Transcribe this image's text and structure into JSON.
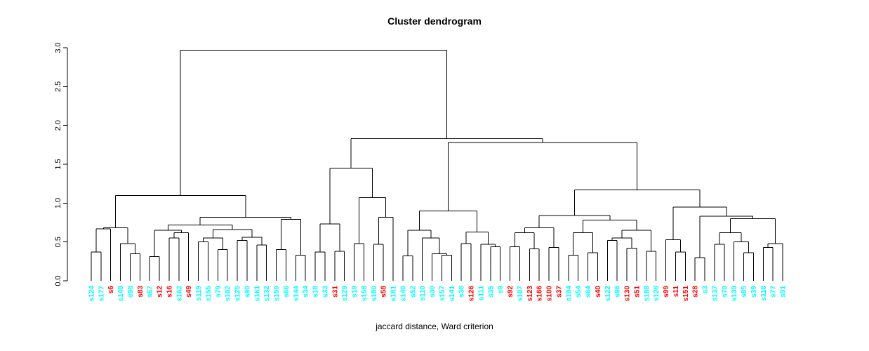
{
  "chart_data": {
    "type": "dendrogram",
    "title": "Cluster dendrogram",
    "xlabel": "jaccard distance, Ward criterion",
    "ylabel": "",
    "ylim": [
      0,
      3
    ],
    "y_ticks": [
      0.0,
      0.5,
      1.0,
      1.5,
      2.0,
      2.5,
      3.0
    ],
    "grid": false,
    "legend": false,
    "line_color": "#000000",
    "leaf_colors": {
      "red": "#ff0000",
      "cyan": "#00ffff"
    },
    "leaves": [
      {
        "label": "s124",
        "color": "cyan"
      },
      {
        "label": "s177",
        "color": "cyan"
      },
      {
        "label": "s6",
        "color": "red"
      },
      {
        "label": "s148",
        "color": "cyan"
      },
      {
        "label": "s98",
        "color": "cyan"
      },
      {
        "label": "s83",
        "color": "red"
      },
      {
        "label": "s67",
        "color": "cyan"
      },
      {
        "label": "s12",
        "color": "red"
      },
      {
        "label": "s16",
        "color": "red"
      },
      {
        "label": "s162",
        "color": "cyan"
      },
      {
        "label": "s49",
        "color": "red"
      },
      {
        "label": "s119",
        "color": "cyan"
      },
      {
        "label": "s155",
        "color": "cyan"
      },
      {
        "label": "s79",
        "color": "cyan"
      },
      {
        "label": "s102",
        "color": "cyan"
      },
      {
        "label": "s125",
        "color": "cyan"
      },
      {
        "label": "s90",
        "color": "cyan"
      },
      {
        "label": "s161",
        "color": "cyan"
      },
      {
        "label": "s132",
        "color": "cyan"
      },
      {
        "label": "s159",
        "color": "cyan"
      },
      {
        "label": "s66",
        "color": "cyan"
      },
      {
        "label": "s144",
        "color": "cyan"
      },
      {
        "label": "s34",
        "color": "cyan"
      },
      {
        "label": "s18",
        "color": "cyan"
      },
      {
        "label": "s33",
        "color": "cyan"
      },
      {
        "label": "s31",
        "color": "red"
      },
      {
        "label": "s129",
        "color": "cyan"
      },
      {
        "label": "s19",
        "color": "cyan"
      },
      {
        "label": "s158",
        "color": "cyan"
      },
      {
        "label": "s180",
        "color": "cyan"
      },
      {
        "label": "s58",
        "color": "red"
      },
      {
        "label": "s181",
        "color": "cyan"
      },
      {
        "label": "s140",
        "color": "cyan"
      },
      {
        "label": "s52",
        "color": "cyan"
      },
      {
        "label": "s110",
        "color": "cyan"
      },
      {
        "label": "s30",
        "color": "cyan"
      },
      {
        "label": "s157",
        "color": "cyan"
      },
      {
        "label": "s141",
        "color": "cyan"
      },
      {
        "label": "s36",
        "color": "cyan"
      },
      {
        "label": "s126",
        "color": "red"
      },
      {
        "label": "s111",
        "color": "cyan"
      },
      {
        "label": "s35",
        "color": "cyan"
      },
      {
        "label": "s9",
        "color": "cyan"
      },
      {
        "label": "s92",
        "color": "red"
      },
      {
        "label": "s107",
        "color": "cyan"
      },
      {
        "label": "s123",
        "color": "red"
      },
      {
        "label": "s166",
        "color": "red"
      },
      {
        "label": "s100",
        "color": "red"
      },
      {
        "label": "s37",
        "color": "red"
      },
      {
        "label": "s104",
        "color": "cyan"
      },
      {
        "label": "s54",
        "color": "cyan"
      },
      {
        "label": "s64",
        "color": "cyan"
      },
      {
        "label": "s40",
        "color": "red"
      },
      {
        "label": "s122",
        "color": "cyan"
      },
      {
        "label": "s96",
        "color": "cyan"
      },
      {
        "label": "s130",
        "color": "red"
      },
      {
        "label": "s51",
        "color": "red"
      },
      {
        "label": "s188",
        "color": "cyan"
      },
      {
        "label": "s128",
        "color": "cyan"
      },
      {
        "label": "s99",
        "color": "red"
      },
      {
        "label": "s11",
        "color": "red"
      },
      {
        "label": "s151",
        "color": "red"
      },
      {
        "label": "s28",
        "color": "red"
      },
      {
        "label": "s3",
        "color": "cyan"
      },
      {
        "label": "s137",
        "color": "cyan"
      },
      {
        "label": "s70",
        "color": "cyan"
      },
      {
        "label": "s139",
        "color": "cyan"
      },
      {
        "label": "s85",
        "color": "cyan"
      },
      {
        "label": "s39",
        "color": "cyan"
      },
      {
        "label": "s118",
        "color": "cyan"
      },
      {
        "label": "s77",
        "color": "cyan"
      },
      {
        "label": "s91",
        "color": "cyan"
      }
    ],
    "merges": [
      2.97,
      [
        1.1,
        [
          0.68,
          [
            0.67,
            [
              0.37,
              "s124",
              "s177"
            ],
            "s6"
          ],
          [
            0.48,
            "s148",
            [
              0.35,
              "s98",
              "s83"
            ]
          ]
        ],
        [
          0.82,
          [
            0.72,
            [
              0.65,
              [
                0.31,
                "s67",
                "s12"
              ],
              [
                0.62,
                [
                  0.55,
                  "s16",
                  "s162"
                ],
                "s49"
              ]
            ],
            [
              0.66,
              [
                0.55,
                [
                  0.5,
                  "s119",
                  "s155"
                ],
                [
                  0.4,
                  "s79",
                  "s102"
                ]
              ],
              [
                0.56,
                [
                  0.52,
                  "s125",
                  "s90"
                ],
                [
                  0.46,
                  "s161",
                  "s132"
                ]
              ]
            ]
          ],
          [
            0.79,
            [
              0.4,
              "s159",
              "s66"
            ],
            [
              0.33,
              "s144",
              "s34"
            ]
          ]
        ]
      ],
      [
        1.83,
        [
          1.45,
          [
            0.73,
            [
              0.37,
              "s18",
              "s33"
            ],
            [
              0.38,
              "s31",
              "s129"
            ]
          ],
          [
            1.07,
            [
              0.48,
              "s19",
              "s158"
            ],
            [
              0.82,
              [
                0.47,
                "s180",
                "s58"
              ],
              "s181"
            ]
          ]
        ],
        [
          1.78,
          [
            0.9,
            [
              0.65,
              [
                0.32,
                "s140",
                "s52"
              ],
              [
                0.55,
                "s110",
                [
                  0.35,
                  "s30",
                  [
                    0.33,
                    "s157",
                    "s141"
                  ]
                ]
              ]
            ],
            [
              0.63,
              [
                0.48,
                "s36",
                "s126"
              ],
              [
                0.47,
                "s111",
                [
                  0.44,
                  "s35",
                  "s9"
                ]
              ]
            ]
          ],
          [
            1.17,
            [
              0.84,
              [
                0.68,
                [
                  0.62,
                  [
                    0.44,
                    "s92",
                    "s107"
                  ],
                  [
                    0.41,
                    "s123",
                    "s166"
                  ]
                ],
                [
                  0.43,
                  "s100",
                  "s37"
                ]
              ],
              [
                0.78,
                [
                  0.62,
                  [
                    0.33,
                    "s104",
                    "s54"
                  ],
                  [
                    0.36,
                    "s64",
                    "s40"
                  ]
                ],
                [
                  0.65,
                  [
                    0.55,
                    [
                      0.52,
                      "s122",
                      "s96"
                    ],
                    [
                      0.42,
                      "s130",
                      "s51"
                    ]
                  ],
                  [
                    0.38,
                    "s188",
                    "s128"
                  ]
                ]
              ]
            ],
            [
              0.95,
              [
                0.53,
                "s99",
                [
                  0.37,
                  "s11",
                  "s151"
                ]
              ],
              [
                0.83,
                [
                  0.3,
                  "s28",
                  "s3"
                ],
                [
                  0.8,
                  [
                    0.62,
                    [
                      0.47,
                      "s137",
                      "s70"
                    ],
                    [
                      0.5,
                      "s139",
                      [
                        0.36,
                        "s85",
                        "s39"
                      ]
                    ]
                  ],
                  [
                    0.48,
                    [
                      0.43,
                      "s118",
                      "s77"
                    ],
                    "s91"
                  ]
                ]
              ]
            ]
          ]
        ]
      ]
    ]
  }
}
